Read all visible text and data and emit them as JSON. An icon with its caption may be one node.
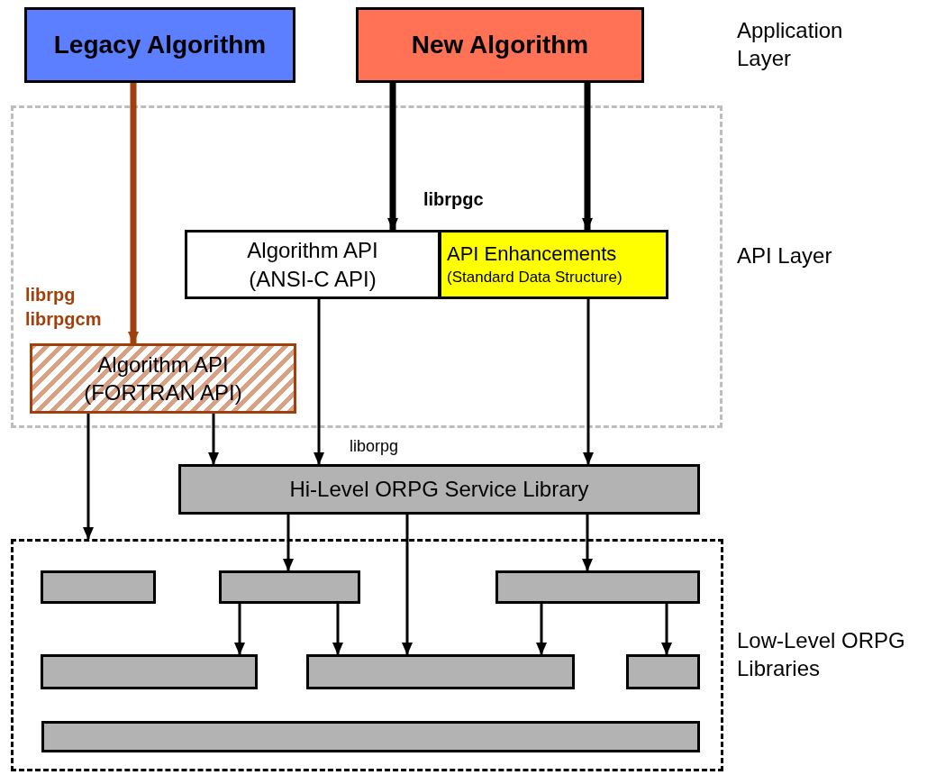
{
  "diagram": {
    "nodes": [
      {
        "text": [
          "Legacy Algorithm"
        ]
      },
      {
        "text": [
          "New Algorithm"
        ]
      },
      {
        "text": [],
        "shape": "box"
      },
      {
        "text": [
          "Algorithm API (ANSI-C API)"
        ],
        "in": 2
      },
      {
        "text": [
          "API Enhancements",
          "(Standard Data Structure)"
        ],
        "in": 2
      },
      {
        "text": [
          "Algorithm API (FORTRAN API)"
        ],
        "in": 2
      },
      {
        "text": [
          "Hi-Level ORPG Service Library"
        ],
        "beside": [
          "liborpg"
        ]
      },
      {
        "text": [],
        "shape": "box"
      },
      {
        "text": [],
        "shape": "box",
        "in": 7
      },
      {
        "text": [],
        "shape": "box",
        "in": 7
      },
      {
        "text": [],
        "shape": "box",
        "in": 7
      },
      {
        "text": [],
        "shape": "box",
        "in": 7
      },
      {
        "text": [],
        "shape": "box",
        "in": 7
      },
      {
        "text": [],
        "shape": "box",
        "in": 7
      },
      {
        "text": [],
        "shape": "box",
        "in": 7
      }
    ],
    "edges": [
      {
        "from": 0,
        "to": 5,
        "arrow": "to",
        "label": "librpg librpgcm",
        "style": "thick",
        "color": "#a0410d"
      },
      {
        "from": 1,
        "to": 3,
        "arrow": "to",
        "label": "librpgc",
        "style": "thick"
      },
      {
        "from": 1,
        "to": 4,
        "arrow": "to",
        "style": "thick"
      },
      {
        "from": 5,
        "to": 7,
        "arrow": "to"
      },
      {
        "from": 5,
        "to": 6,
        "arrow": "to"
      },
      {
        "from": 3,
        "to": 6,
        "arrow": "to"
      },
      {
        "from": 4,
        "to": 6,
        "arrow": "to"
      },
      {
        "from": 6,
        "to": 9,
        "arrow": "to"
      },
      {
        "from": 6,
        "to": 12,
        "arrow": "to"
      },
      {
        "from": 6,
        "to": 10,
        "arrow": "to"
      },
      {
        "from": 9,
        "to": 11,
        "arrow": "to"
      },
      {
        "from": 9,
        "to": 12,
        "arrow": "to"
      },
      {
        "from": 10,
        "to": 12,
        "arrow": "to"
      },
      {
        "from": 10,
        "to": 13,
        "arrow": "to"
      }
    ],
    "labels": [
      "Application Layer",
      "API Layer",
      "Low-Level ORPG Libraries"
    ]
  }
}
